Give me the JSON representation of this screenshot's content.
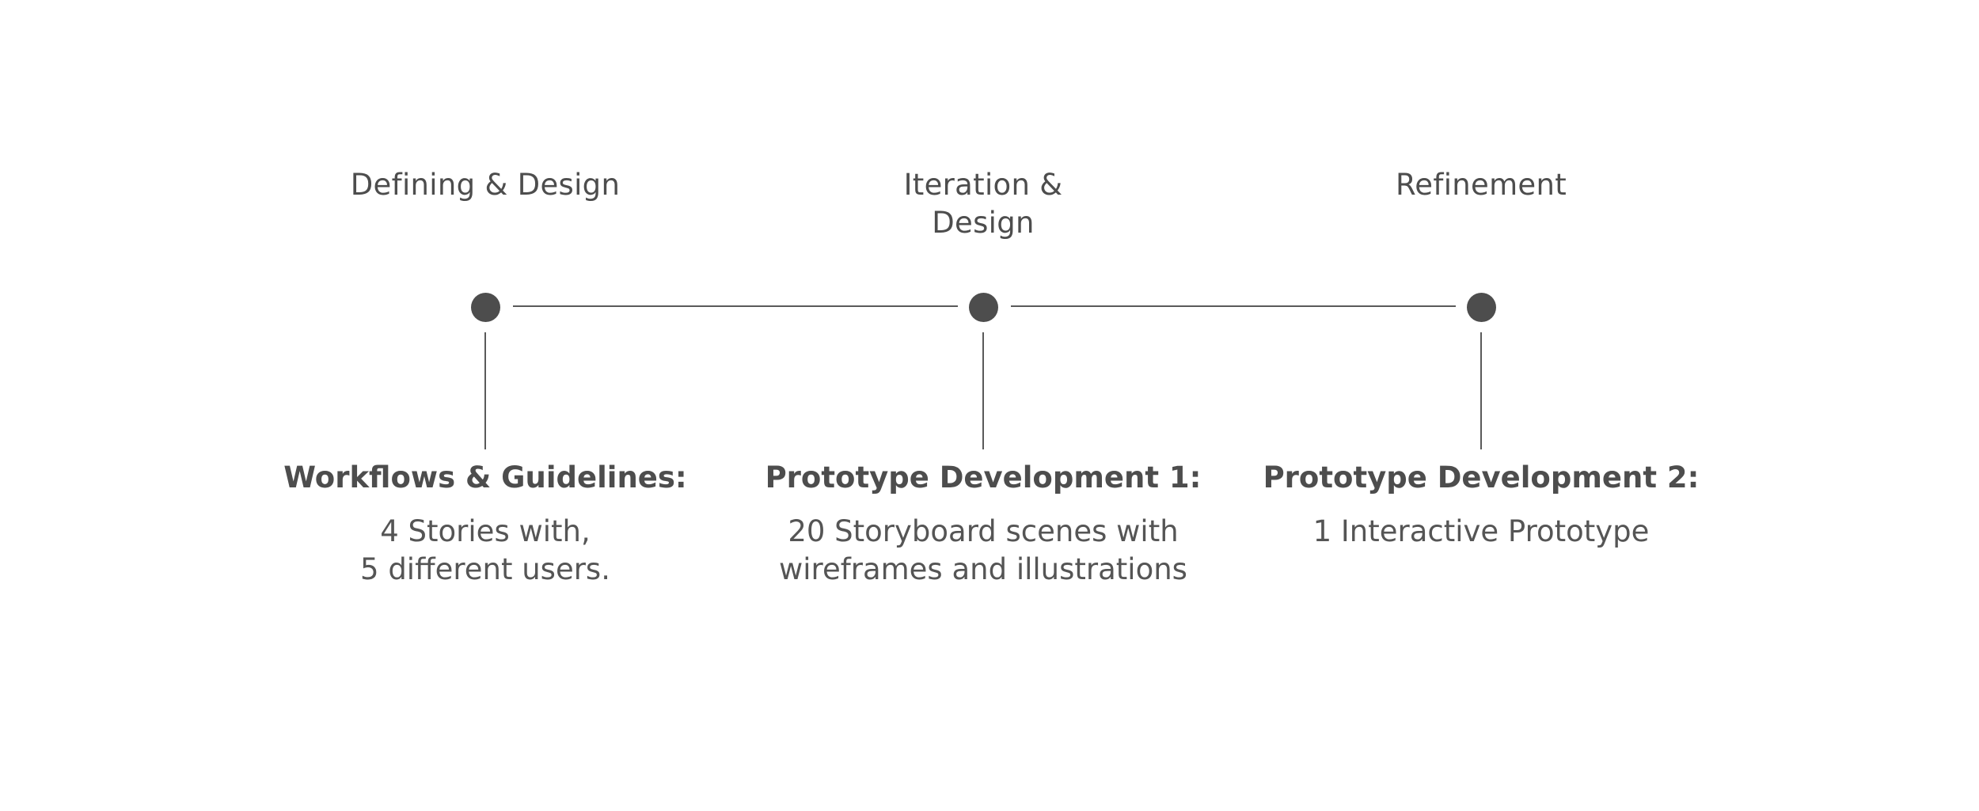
{
  "timeline": {
    "phases": [
      {
        "title": "Defining & Design",
        "deliverable_heading": "Workflows & Guidelines:",
        "deliverable_text": "4 Stories with,\n5 different users."
      },
      {
        "title": "Iteration &\nDesign",
        "deliverable_heading": "Prototype Development 1:",
        "deliverable_text": "20 Storyboard scenes with\nwireframes and illustrations"
      },
      {
        "title": "Refinement",
        "deliverable_heading": "Prototype Development 2:",
        "deliverable_text": "1 Interactive Prototype"
      }
    ]
  },
  "colors": {
    "text": "#4d4d4d",
    "dot": "#4d4d4d",
    "line": "#5a5a5a",
    "background": "#ffffff"
  }
}
